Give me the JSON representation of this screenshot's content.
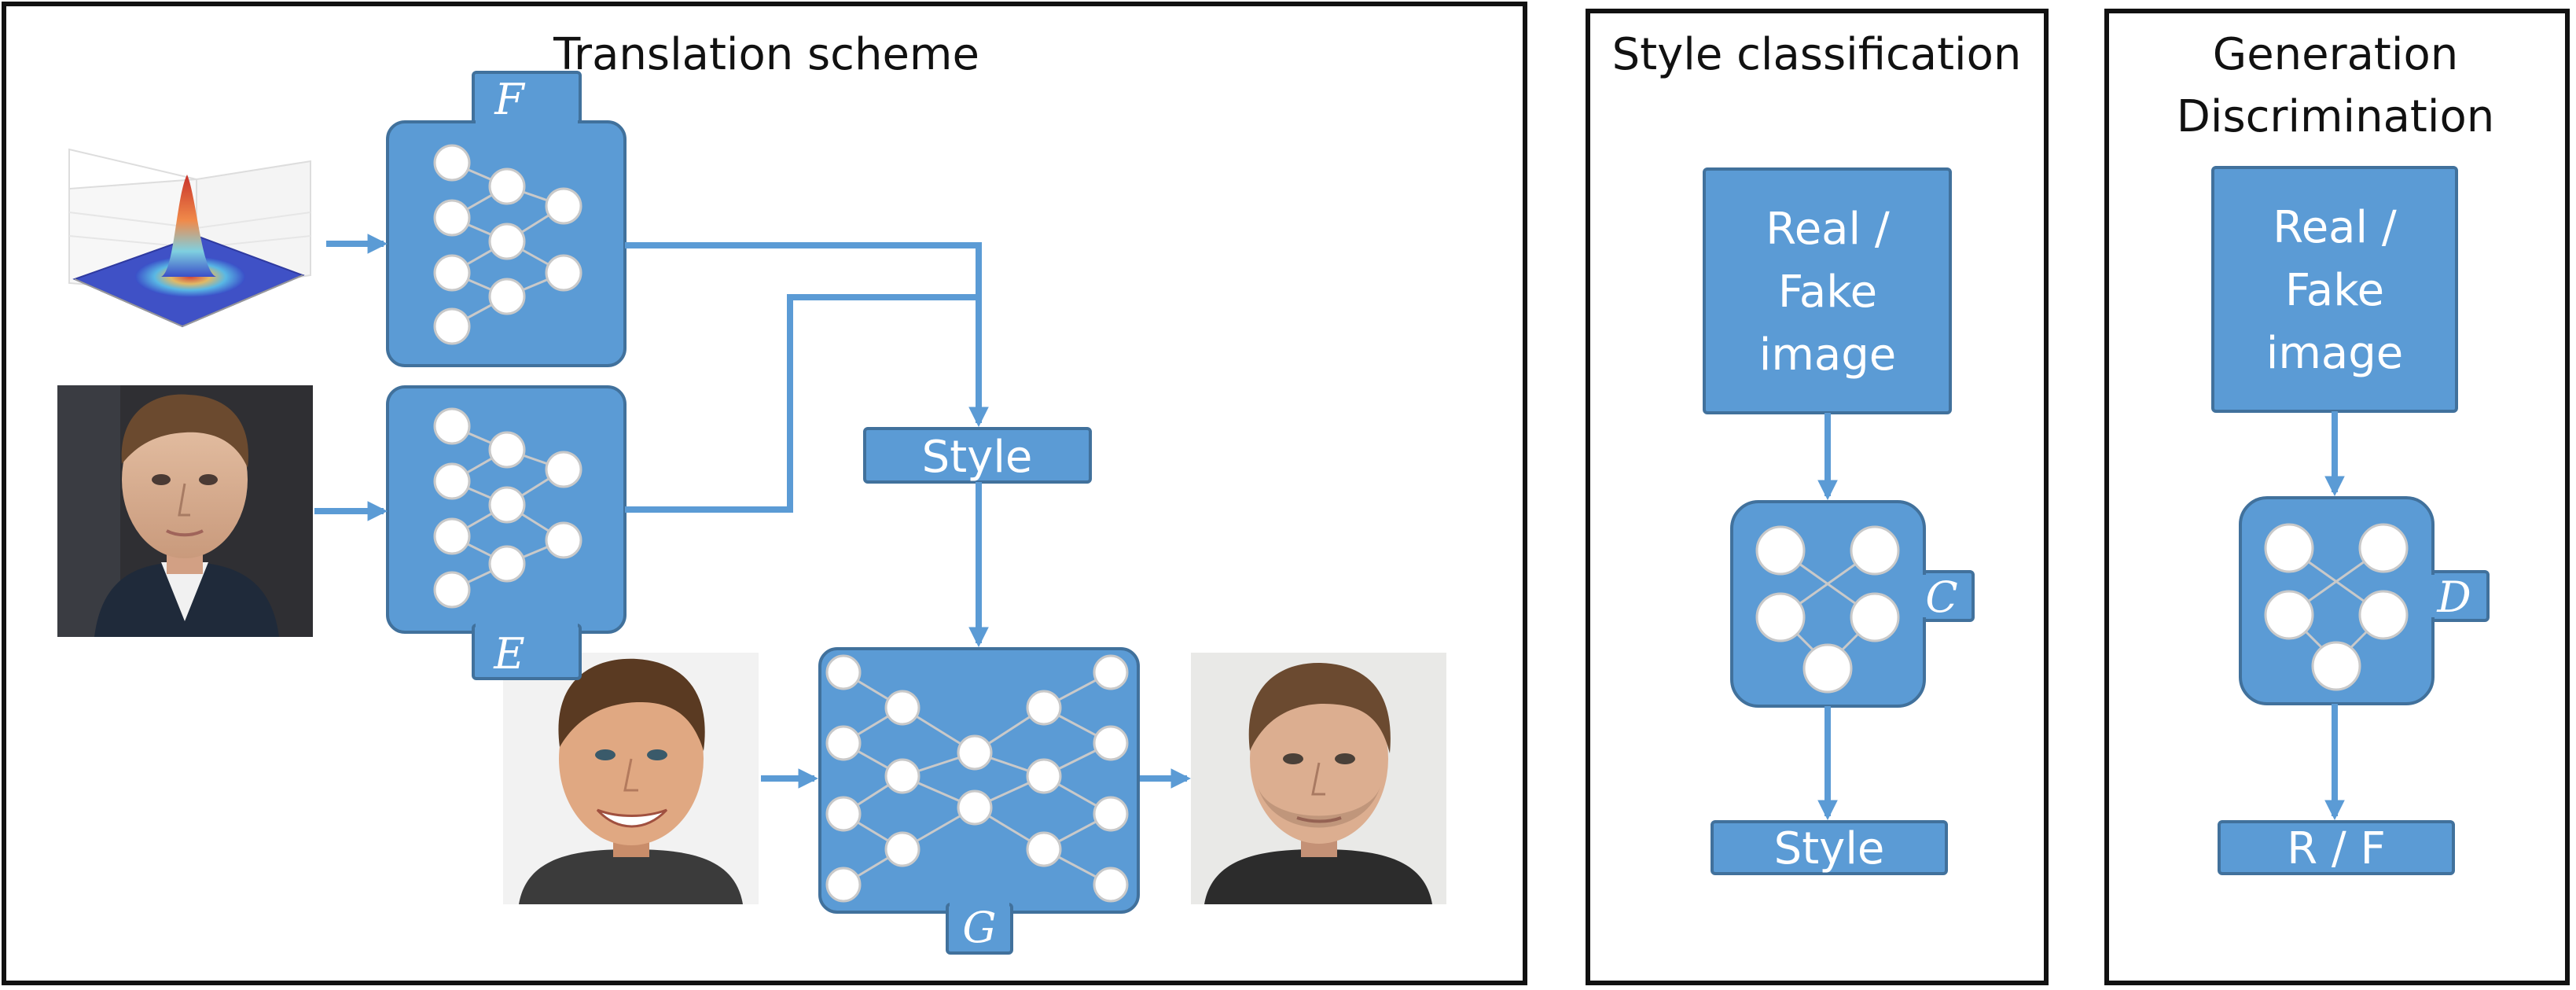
{
  "colors": {
    "block_fill": "#5b9bd5",
    "block_stroke": "#41719c",
    "arrow": "#5b9bd5",
    "panel_border": "#111111"
  },
  "panels": {
    "translation": {
      "title": "Translation scheme"
    },
    "style_classification": {
      "title": "Style classification",
      "input_lines": [
        "Real /",
        "Fake",
        "image"
      ],
      "net_label": "C",
      "output_label": "Style"
    },
    "generation_discrimination": {
      "title_lines": [
        "Generation",
        "Discrimination"
      ],
      "input_lines": [
        "Real /",
        "Fake",
        "image"
      ],
      "net_label": "D",
      "output_label": "R / F"
    }
  },
  "translation": {
    "F_label": "F",
    "E_label": "E",
    "G_label": "G",
    "style_label": "Style"
  }
}
